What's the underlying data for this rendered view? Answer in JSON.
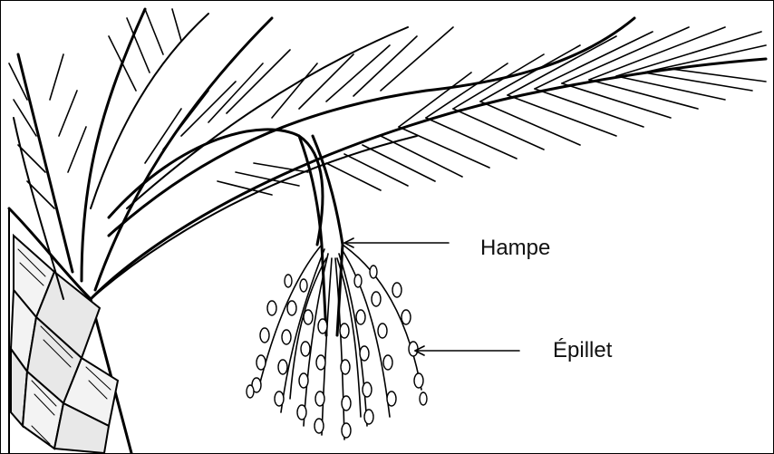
{
  "annotations": [
    {
      "id": "hampe",
      "text": "Hampe"
    },
    {
      "id": "epillet",
      "text": "Épillet"
    }
  ],
  "colors": {
    "ink": "#000000",
    "background": "#ffffff"
  }
}
